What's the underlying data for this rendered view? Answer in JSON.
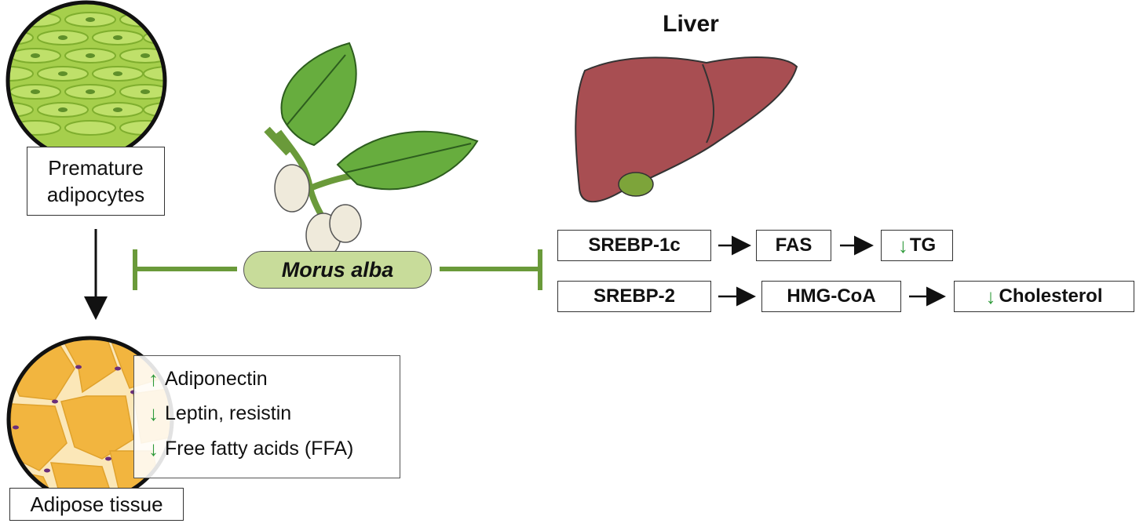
{
  "liver": {
    "title": "Liver"
  },
  "premature": {
    "line1": "Premature",
    "line2": "adipocytes"
  },
  "adipose": {
    "label": "Adipose tissue"
  },
  "morus": {
    "label": "Morus alba"
  },
  "effects": [
    {
      "dir": "up",
      "text": "Adiponectin"
    },
    {
      "dir": "down",
      "text": "Leptin, resistin"
    },
    {
      "dir": "down",
      "text": "Free fatty acids (FFA)"
    }
  ],
  "pathway1": {
    "a": "SREBP-1c",
    "b": "FAS",
    "c": "TG",
    "c_dir": "down"
  },
  "pathway2": {
    "a": "SREBP-2",
    "b": "HMG-CoA",
    "c": "Cholesterol",
    "c_dir": "down"
  },
  "colors": {
    "inhibit": "#6a9a3a",
    "pill": "#c8dc9a",
    "arrow_green": "#2e9a3a",
    "liver": "#a84e52",
    "fat": "#f2b53f",
    "cell_green": "#8fc03c"
  },
  "icons": {
    "up": "↑",
    "down": "↓"
  }
}
